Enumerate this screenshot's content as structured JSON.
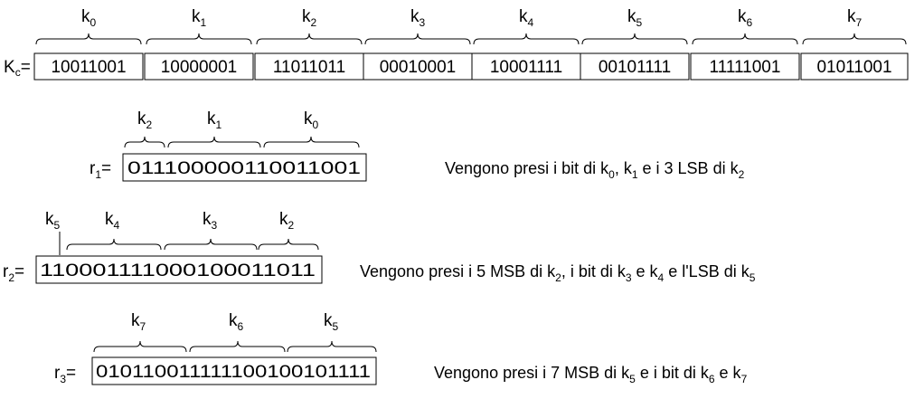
{
  "key": {
    "name": "K",
    "name_sub": "c",
    "eq": "=",
    "bytes": [
      {
        "k": "k",
        "sub": "0",
        "bits": "10011001"
      },
      {
        "k": "k",
        "sub": "1",
        "bits": "10000001"
      },
      {
        "k": "k",
        "sub": "2",
        "bits": "11011011"
      },
      {
        "k": "k",
        "sub": "3",
        "bits": "00010001"
      },
      {
        "k": "k",
        "sub": "4",
        "bits": "10001111"
      },
      {
        "k": "k",
        "sub": "5",
        "bits": "00101111"
      },
      {
        "k": "k",
        "sub": "6",
        "bits": "11111001"
      },
      {
        "k": "k",
        "sub": "7",
        "bits": "01011001"
      }
    ]
  },
  "rows": [
    {
      "name": "r",
      "name_sub": "1",
      "eq": "=",
      "bits": "011100000110011001",
      "braces": [
        {
          "k": "k",
          "sub": "2"
        },
        {
          "k": "k",
          "sub": "1"
        },
        {
          "k": "k",
          "sub": "0"
        }
      ],
      "desc": [
        {
          "t": "Vengono presi i bit di k"
        },
        {
          "s": "0"
        },
        {
          "t": ", k"
        },
        {
          "s": "1"
        },
        {
          "t": " e i 3 LSB di k"
        },
        {
          "s": "2"
        }
      ]
    },
    {
      "name": "r",
      "name_sub": "2",
      "eq": "=",
      "bits": "110001111000100011011",
      "braces": [
        {
          "k": "k",
          "sub": "5"
        },
        {
          "k": "k",
          "sub": "4"
        },
        {
          "k": "k",
          "sub": "3"
        },
        {
          "k": "k",
          "sub": "2"
        }
      ],
      "desc": [
        {
          "t": "Vengono presi i 5 MSB di k"
        },
        {
          "s": "2"
        },
        {
          "t": ", i bit di k"
        },
        {
          "s": "3"
        },
        {
          "t": " e k"
        },
        {
          "s": "4"
        },
        {
          "t": " e l'LSB di k"
        },
        {
          "s": "5"
        }
      ]
    },
    {
      "name": "r",
      "name_sub": "3",
      "eq": "=",
      "bits": "010110011111100100101111",
      "braces": [
        {
          "k": "k",
          "sub": "7"
        },
        {
          "k": "k",
          "sub": "6"
        },
        {
          "k": "k",
          "sub": "5"
        }
      ],
      "desc": [
        {
          "t": "Vengono presi i 7 MSB di k"
        },
        {
          "s": "5"
        },
        {
          "t": " e i bit di k"
        },
        {
          "s": "6"
        },
        {
          "t": " e k"
        },
        {
          "s": "7"
        }
      ]
    }
  ]
}
